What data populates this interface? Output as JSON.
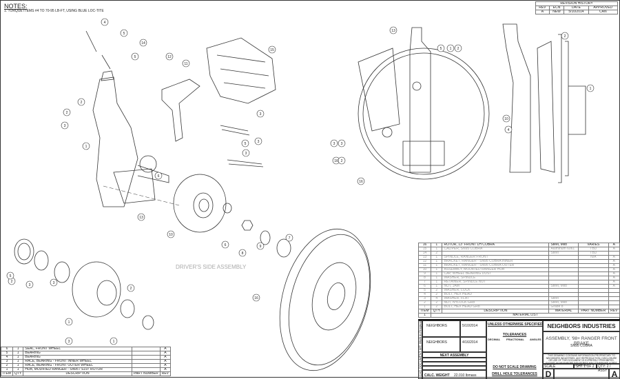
{
  "notes": {
    "title": "NOTES:",
    "items": [
      "1. TORQUE ITEMS #4 TO 70-95 LB-FT, USING BLUE LOC-TITE"
    ]
  },
  "revision_history": {
    "title": "REVISION HISTORY",
    "headers": [
      "REV",
      "ECN",
      "DATE",
      "APPROVED"
    ],
    "rows": [
      [
        "A",
        "NEW",
        "5/10/2014",
        "CAN"
      ]
    ]
  },
  "view_label": "DRIVER'S SIDE ASSEMBLY",
  "balloons": [
    "4",
    "5",
    "14",
    "5",
    "2",
    "12",
    "11",
    "15",
    "3",
    "2",
    "3",
    "1",
    "5",
    "3",
    "3",
    "13",
    "10",
    "6",
    "9",
    "8",
    "7",
    "16",
    "1",
    "1",
    "2",
    "3",
    "2",
    "3",
    "5",
    "13",
    "1",
    "2",
    "3",
    "16",
    "3",
    "16",
    "2",
    "10",
    "1",
    "4",
    "2",
    "6",
    "3",
    "5"
  ],
  "bom_right": {
    "rows": [
      {
        "item": "16",
        "qty": "1",
        "desc": "ROTOR, 13\" FRONT LH COBRA",
        "material": "Steel, Mild",
        "part": "VARIES",
        "rev": "A",
        "faded": false
      },
      {
        "item": "15",
        "qty": "1",
        "desc": "CALIPER, SN95 COBRA",
        "material": "Aluminum 6061",
        "part": "TBD",
        "rev": "A",
        "faded": true
      },
      {
        "item": "14",
        "qty": "2",
        "desc": "",
        "material": "Steel",
        "part": "TBD",
        "rev": "",
        "faded": true
      },
      {
        "item": "13",
        "qty": "1",
        "desc": "SPINDLE, RANGER FRONT",
        "material": "",
        "part": "N/A",
        "rev": "A",
        "faded": true
      },
      {
        "item": "12",
        "qty": "1",
        "desc": "BRACKET, RANGER - SN95 COBRA INNER",
        "material": "",
        "part": "",
        "rev": "A",
        "faded": true
      },
      {
        "item": "11",
        "qty": "1",
        "desc": "BRACKET, RANGER - SN95 COBRA OUTER",
        "material": "",
        "part": "",
        "rev": "A",
        "faded": true
      },
      {
        "item": "10",
        "qty": "1",
        "desc": "ASSEMBLY, MODIFIED RANGER HUB",
        "material": "",
        "part": "",
        "rev": "A",
        "faded": true
      },
      {
        "item": "9",
        "qty": "1",
        "desc": "CAP, WHEEL BEARING DUST",
        "material": "",
        "part": "",
        "rev": "A",
        "faded": true
      },
      {
        "item": "8",
        "qty": "1",
        "desc": "WASHER, SPINDLE",
        "material": "",
        "part": "",
        "rev": "A",
        "faded": true
      },
      {
        "item": "7",
        "qty": "1",
        "desc": "RETAINER, SPINDLE NUT",
        "material": "",
        "part": "",
        "rev": "A",
        "faded": true
      },
      {
        "item": "6",
        "qty": "1",
        "desc": "NUT, JAM",
        "material": "Steel, Mild",
        "part": "",
        "rev": "A",
        "faded": true
      },
      {
        "item": "5",
        "qty": "2",
        "desc": "WASHER, LOCK",
        "material": "",
        "part": "",
        "rev": "",
        "faded": true
      },
      {
        "item": "4",
        "qty": "2",
        "desc": "BOLT, HEX HEAD",
        "material": "",
        "part": "",
        "rev": "",
        "faded": true
      },
      {
        "item": "3",
        "qty": "4",
        "desc": "WASHER, FLAT",
        "material": "Steel",
        "part": "",
        "rev": "",
        "faded": true
      },
      {
        "item": "2",
        "qty": "2",
        "desc": "NUT, NYLOCK GR8",
        "material": "Steel, Mild",
        "part": "",
        "rev": "",
        "faded": true
      },
      {
        "item": "1",
        "qty": "2",
        "desc": "BOLT, HEX HEAD GR8",
        "material": "Grade 8",
        "part": "",
        "rev": "",
        "faded": true
      }
    ],
    "headers": [
      "ITEM",
      "QTY",
      "DESCRIPTION",
      "MATERIAL",
      "PART NUMBER",
      "REV"
    ],
    "footer_num": "1",
    "footer": "MATERIAL LIST"
  },
  "bom_left": {
    "rows": [
      {
        "item": "6",
        "qty": "1",
        "desc": "SEAL, FRONT WHEEL",
        "part": "",
        "rev": "A"
      },
      {
        "item": "5",
        "qty": "1",
        "desc": "BEARING",
        "part": "",
        "rev": "A"
      },
      {
        "item": "4",
        "qty": "1",
        "desc": "BEARING",
        "part": "",
        "rev": "A"
      },
      {
        "item": "3",
        "qty": "1",
        "desc": "RACE, BEARING - FRONT INNER WHEEL",
        "part": "",
        "rev": "A"
      },
      {
        "item": "2",
        "qty": "1",
        "desc": "RACE, BEARING - FRONT OUTER WHEEL",
        "part": "",
        "rev": "A"
      },
      {
        "item": "1",
        "qty": "1",
        "desc": "HUB, MODIFIED RANGER - SN95 / S197 ROTOR",
        "part": "",
        "rev": "A"
      }
    ],
    "headers": [
      "ITEM",
      "QTY",
      "DESCRIPTION",
      "PART NUMBER",
      "REV"
    ]
  },
  "title_block": {
    "side_text": "CAD DOCUMENT WT: Work in Progress",
    "drawn_by": "NEIGHBORS",
    "drawn_date": "5/10/2014",
    "checked_by": "NEIGHBORS",
    "checked_date": "4/16/2014",
    "next_assembly": "NEXT ASSEMBLY",
    "calc_weight_label": "CALC. WEIGHT",
    "calc_weight": "22.010 lbmass",
    "unless": "UNLESS OTHERWISE SPECIFIED",
    "tolerances": "TOLERANCES",
    "decimal": "DECIMAL",
    "fractional": "FRACTIONAL",
    "angles": "ANGLES",
    "do_not_scale": "DO NOT SCALE DRAWING",
    "drill_hole": "DRILL HOLE TOLERANCES",
    "company": "NEIGHBORS INDUSTRIES",
    "title": "ASSEMBLY, '98+ RANGER FRONT BRAKE",
    "subtitle": "SN95 COBRA",
    "proprietary": "THIS DRAWING CONTAINS INFORMATION PROPRIETARY TO NEIGHBORS INDUSTRIES. ANY REPRODUCTION, DISCLOSURE OR USE OF THIS DOCUMENT IS EXPRESSLY PROHIBITED, EXCEPT AS NEIGHBORS INDUSTRIES MAY OTHERWISE AGREE IN WRITING.",
    "scale": "SCALE",
    "sheet": "SHT  1  OF  2",
    "qty": "QTY:    2 / ASSY",
    "size": "D",
    "rev": "A"
  }
}
